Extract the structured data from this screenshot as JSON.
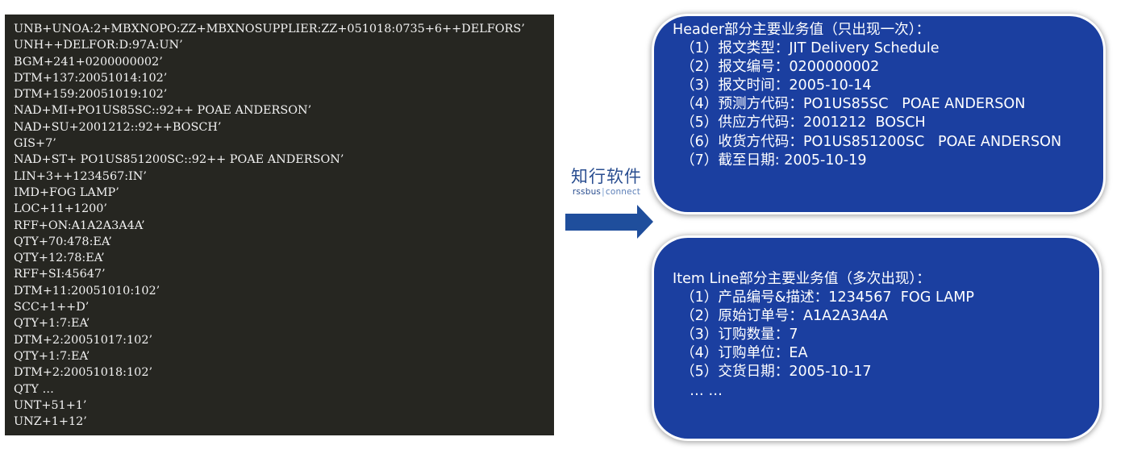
{
  "edi_message": {
    "lines": [
      "UNB+UNOA:2+MBXNOPO:ZZ+MBXNOSUPPLIER:ZZ+051018:0735+6++DELFORS’",
      "UNH++DELFOR:D:97A:UN’",
      "BGM+241+0200000002’",
      "DTM+137:20051014:102’",
      "DTM+159:20051019:102’",
      "NAD+MI+PO1US85SC::92++ POAE ANDERSON’",
      "NAD+SU+2001212::92++BOSCH’",
      "GIS+7’",
      "NAD+ST+ PO1US851200SC::92++ POAE ANDERSON’",
      "LIN+3++1234567:IN’",
      "IMD+FOG LAMP’",
      "LOC+11+1200’",
      "RFF+ON:A1A2A3A4A’",
      "QTY+70:478:EA’",
      "QTY+12:78:EA’",
      "RFF+SI:45647’",
      "DTM+11:20051010:102’",
      "SCC+1++D’",
      "QTY+1:7:EA’",
      "DTM+2:20051017:102’",
      "QTY+1:7:EA’",
      "DTM+2:20051018:102’",
      "QTY …",
      "UNT+51+1’",
      "UNZ+1+12’"
    ]
  },
  "brand": {
    "name_cn": "知行软件",
    "name_en_left": "rssbus",
    "name_en_sep": "|",
    "name_en_right": "connect"
  },
  "header_card": {
    "title": "Header部分主要业务值（只出现一次）：",
    "rows": [
      "（1）报文类型：JIT Delivery Schedule",
      "（2）报文编号：0200000002",
      "（3）报文时间：2005-10-14",
      "（4）预测方代码：PO1US85SC   POAE ANDERSON",
      "（5）供应方代码：2001212  BOSCH",
      "（6）收货方代码：PO1US851200SC   POAE ANDERSON",
      "（7）截至日期: 2005-10-19"
    ]
  },
  "item_card": {
    "title": "Item Line部分主要业务值（多次出现）：",
    "rows": [
      "（1）产品编号&描述：1234567  FOG LAMP",
      "（2）原始订单号：A1A2A3A4A",
      "（3）订购数量：7",
      "（4）订购单位：EA",
      "（5）交货日期：2005-10-17",
      "  … …"
    ]
  },
  "colors": {
    "edi_background": "#262621",
    "card_fill": "#1b3fa0",
    "arrow": "#1f4e9c",
    "brand_text": "#2a4e90"
  },
  "icons": {
    "arrow": "right-arrow-icon"
  }
}
